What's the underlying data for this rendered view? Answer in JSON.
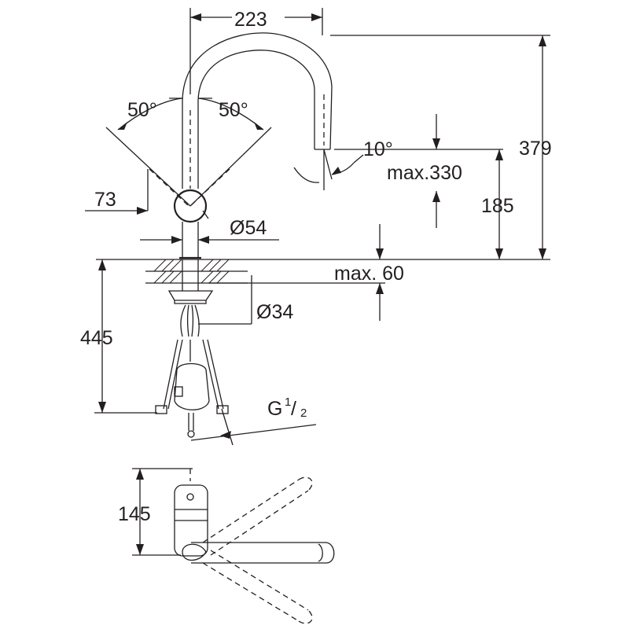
{
  "dimensions": {
    "spout_reach": "223",
    "total_height": "379",
    "angle_left": "50°",
    "angle_right": "50°",
    "spray_angle": "10°",
    "pullout_length": "max.330",
    "outlet_height": "185",
    "body_offset": "73",
    "body_diameter": "Ø54",
    "deck_thickness": "max. 60",
    "hole_diameter": "Ø34",
    "hose_length": "445",
    "connection_thread": "G",
    "connection_fraction_num": "1",
    "connection_fraction_den": "2",
    "plan_depth": "145"
  },
  "colors": {
    "line": "#231f20",
    "background": "#ffffff"
  }
}
